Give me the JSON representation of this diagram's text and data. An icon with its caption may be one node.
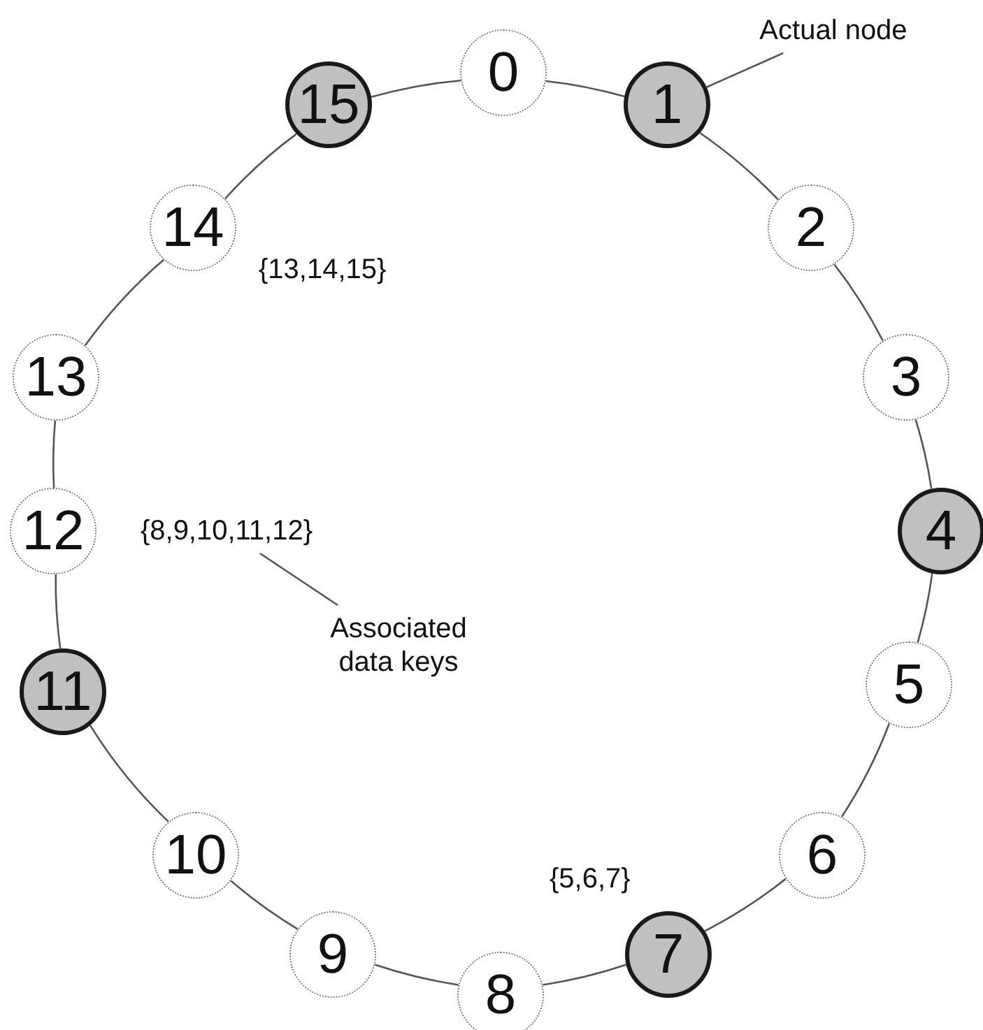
{
  "diagram": {
    "nodes": [
      {
        "text": [
          "0"
        ]
      },
      {
        "text": [
          "1"
        ]
      },
      {
        "text": [
          "2"
        ]
      },
      {
        "text": [
          "3"
        ]
      },
      {
        "text": [
          "4"
        ]
      },
      {
        "text": [
          "5"
        ]
      },
      {
        "text": [
          "6"
        ]
      },
      {
        "text": [
          "7"
        ]
      },
      {
        "text": [
          "8"
        ]
      },
      {
        "text": [
          "9"
        ]
      },
      {
        "text": [
          "10"
        ]
      },
      {
        "text": [
          "11"
        ]
      },
      {
        "text": [
          "12"
        ]
      },
      {
        "text": [
          "13"
        ]
      },
      {
        "text": [
          "14"
        ]
      },
      {
        "text": [
          "15"
        ]
      },
      {
        "text": [
          "Actual node"
        ]
      },
      {
        "text": [
          "{8,9,10,11,12}"
        ]
      },
      {
        "text": [
          "Associated data keys"
        ]
      }
    ],
    "edges": [
      {
        "from": 0,
        "to": 1,
        "arrow": "none"
      },
      {
        "from": 1,
        "to": 2,
        "arrow": "none"
      },
      {
        "from": 2,
        "to": 3,
        "arrow": "none"
      },
      {
        "from": 3,
        "to": 4,
        "arrow": "none"
      },
      {
        "from": 4,
        "to": 5,
        "arrow": "none"
      },
      {
        "from": 5,
        "to": 6,
        "arrow": "none"
      },
      {
        "from": 6,
        "to": 7,
        "arrow": "none"
      },
      {
        "from": 7,
        "to": 8,
        "arrow": "none"
      },
      {
        "from": 8,
        "to": 9,
        "arrow": "none"
      },
      {
        "from": 9,
        "to": 10,
        "arrow": "none"
      },
      {
        "from": 10,
        "to": 11,
        "arrow": "none"
      },
      {
        "from": 11,
        "to": 12,
        "arrow": "none"
      },
      {
        "from": 12,
        "to": 13,
        "arrow": "none"
      },
      {
        "from": 13,
        "to": 14,
        "arrow": "none"
      },
      {
        "from": 14,
        "to": 15,
        "arrow": "none"
      },
      {
        "from": 15,
        "to": 0,
        "arrow": "none"
      },
      {
        "from": 16,
        "to": 1,
        "arrow": "none"
      },
      {
        "from": 18,
        "to": 17,
        "arrow": "none"
      }
    ],
    "labels": [
      "{13,14,15}",
      "{5,6,7}"
    ]
  }
}
